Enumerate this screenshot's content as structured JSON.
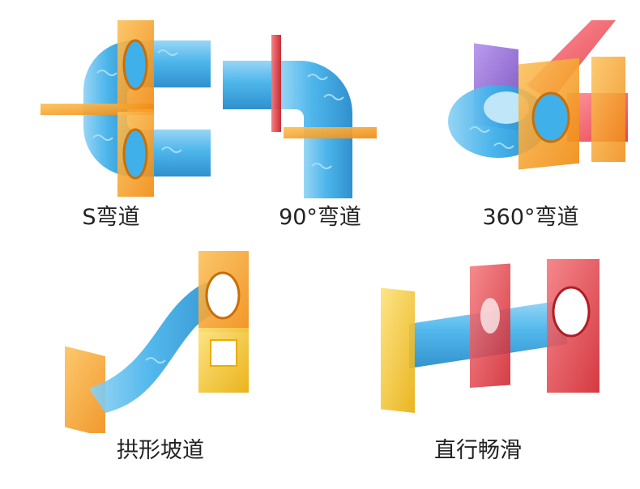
{
  "captions": {
    "s_bend": "S弯道",
    "bend_90": "90°弯道",
    "loop_360": "360°弯道",
    "arch_ramp": "拱形坡道",
    "straight": "直行畅滑"
  },
  "colors": {
    "tube_blue": "#3fb0ea",
    "tube_blue_dark": "#1d86c9",
    "tube_blue_light": "#a6dcf7",
    "tile_orange": "#f39a1e",
    "tile_orange_light": "#fbc15a",
    "tile_red": "#e8353c",
    "tile_red_light": "#f47a7e",
    "tile_yellow": "#f5c21b",
    "tile_purple": "#8c5fd1",
    "tube_red": "#f04a55"
  }
}
